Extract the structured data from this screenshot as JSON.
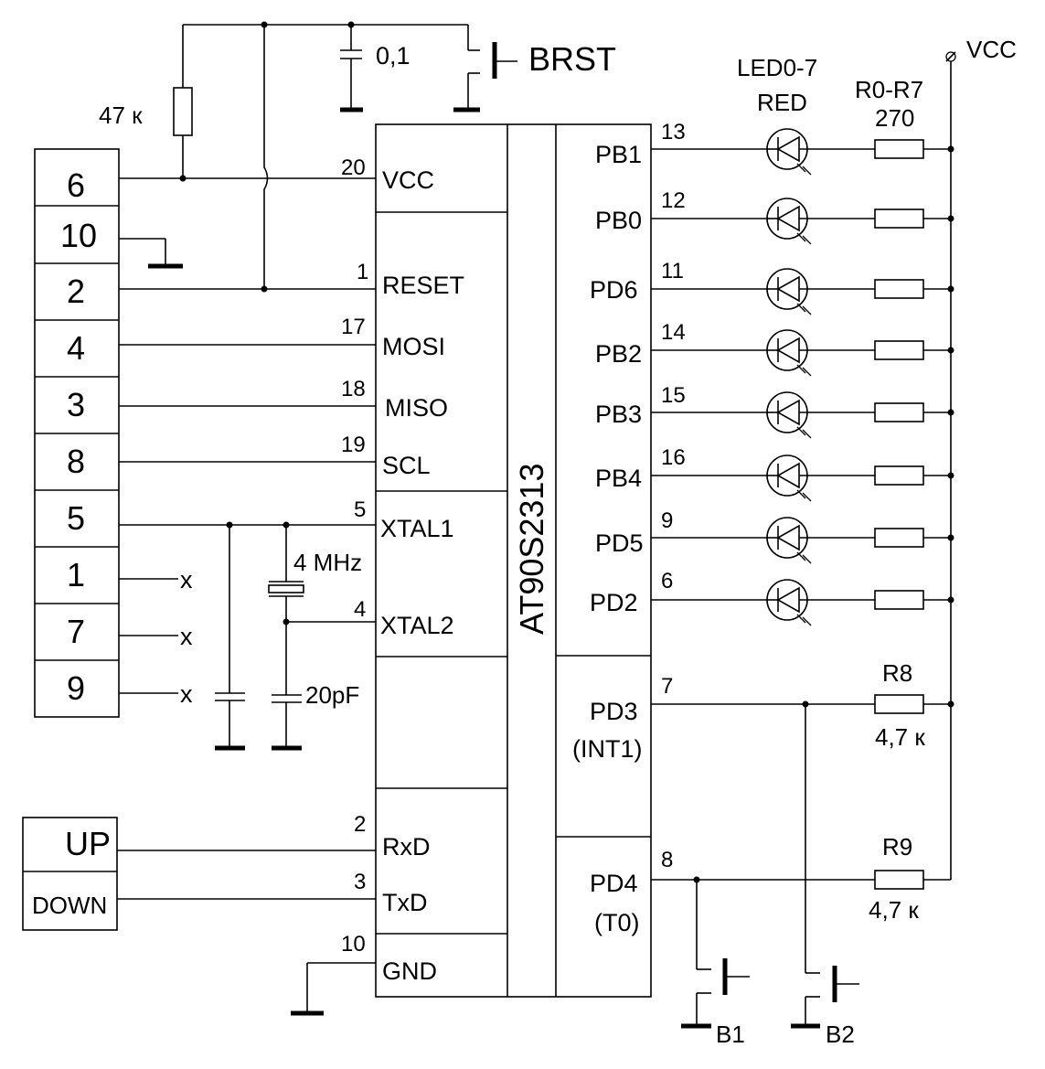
{
  "chip": {
    "name": "AT90S2313",
    "left_pins": [
      {
        "num": "20",
        "label": "VCC"
      },
      {
        "num": "1",
        "label": "RESET"
      },
      {
        "num": "17",
        "label": "MOSI"
      },
      {
        "num": "18",
        "label": "MISO"
      },
      {
        "num": "19",
        "label": "SCL"
      },
      {
        "num": "5",
        "label": "XTAL1"
      },
      {
        "num": "4",
        "label": "XTAL2"
      },
      {
        "num": "2",
        "label": "RxD"
      },
      {
        "num": "3",
        "label": "TxD"
      },
      {
        "num": "10",
        "label": "GND"
      }
    ],
    "right_pins": [
      {
        "num": "13",
        "label": "PB1"
      },
      {
        "num": "12",
        "label": "PB0"
      },
      {
        "num": "11",
        "label": "PD6"
      },
      {
        "num": "14",
        "label": "PB2"
      },
      {
        "num": "15",
        "label": "PB3"
      },
      {
        "num": "16",
        "label": "PB4"
      },
      {
        "num": "9",
        "label": "PD5"
      },
      {
        "num": "6",
        "label": "PD2"
      }
    ],
    "pd3": {
      "num": "7",
      "label": "PD3",
      "alt": "(INT1)"
    },
    "pd4": {
      "num": "8",
      "label": "PD4",
      "alt": "(T0)"
    }
  },
  "connector": {
    "pins": [
      "6",
      "10",
      "2",
      "4",
      "3",
      "8",
      "5",
      "1",
      "7",
      "9"
    ],
    "nc_mark": "x"
  },
  "buttons_box": {
    "up": "UP",
    "down": "DOWN"
  },
  "components": {
    "reset_resistor": "47 к",
    "reset_cap": "0,1",
    "reset_button": "BRST",
    "crystal": "4 MHz",
    "crystal_caps": "20pF",
    "leds_name": "LED0-7",
    "leds_color": "RED",
    "led_resistors_name": "R0-R7",
    "led_resistors_value": "270",
    "r8_name": "R8",
    "r8_value": "4,7 к",
    "r9_name": "R9",
    "r9_value": "4,7 к",
    "vcc": "VCC",
    "b1": "B1",
    "b2": "B2"
  }
}
